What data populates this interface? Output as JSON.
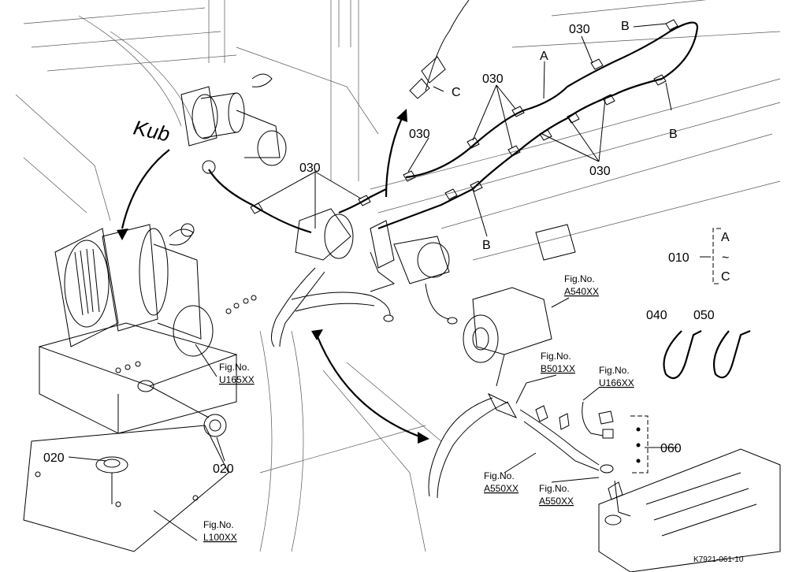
{
  "callouts": {
    "c030": "030",
    "A": "A",
    "B": "B",
    "C": "C",
    "c010": "010",
    "tilde": "~",
    "c040": "040",
    "c050": "050",
    "c020": "020",
    "c060": "060"
  },
  "fig_refs": {
    "fig_no": "Fig.No.",
    "A540": "A540XX",
    "B501": "B501XX",
    "U166": "U166XX",
    "U165": "U165XX",
    "A550": "A550XX",
    "L100": "L100XX"
  },
  "drawing_code": "K7921-061-10"
}
